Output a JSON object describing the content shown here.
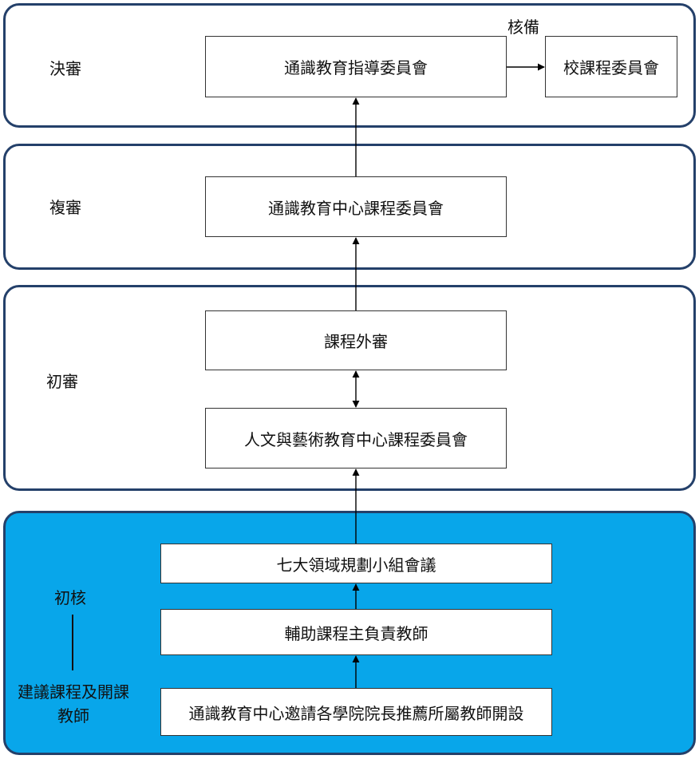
{
  "stages": {
    "final": {
      "label": "決審"
    },
    "second": {
      "label": "複審"
    },
    "first": {
      "label": "初審"
    },
    "initial": {
      "label": "初核",
      "sublabel_line1": "建議課程及開課",
      "sublabel_line2": "教師"
    }
  },
  "boxes": {
    "guidance_committee": "通識教育指導委員會",
    "school_curriculum_committee": "校課程委員會",
    "ge_center_curriculum_committee": "通識教育中心課程委員會",
    "external_review": "課程外審",
    "humanities_arts_committee": "人文與藝術教育中心課程委員會",
    "seven_domains_meeting": "七大領域規劃小組會議",
    "assistant_teacher": "輔助課程主負責教師",
    "invite_teachers": "通識教育中心邀請各學院院長推薦所屬教師開設"
  },
  "annotations": {
    "for_record": "核備"
  },
  "colors": {
    "stage_border": "#24406a",
    "highlight_fill": "#08a6ea",
    "arrow": "#000000"
  }
}
